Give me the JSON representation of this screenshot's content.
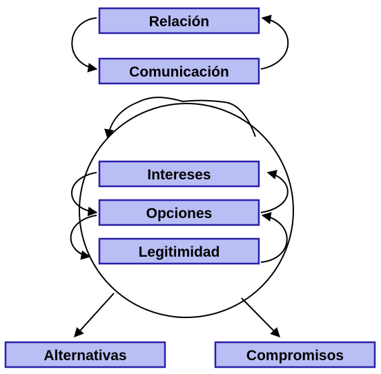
{
  "diagram": {
    "colors": {
      "box_fill": "#B9BEF4",
      "box_stroke": "#2A1FA8",
      "line": "#000000"
    },
    "boxes": {
      "relacion": "Relación",
      "comunicacion": "Comunicación",
      "intereses": "Intereses",
      "opciones": "Opciones",
      "legitimidad": "Legitimidad",
      "alternativas": "Alternativas",
      "compromisos": "Compromisos"
    }
  }
}
